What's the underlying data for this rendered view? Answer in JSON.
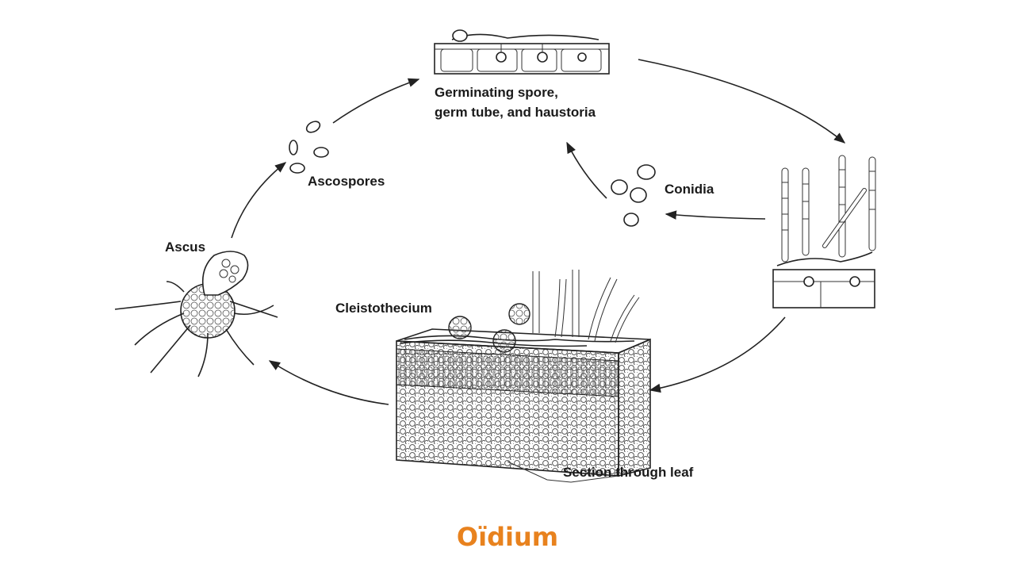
{
  "slide": {
    "title": "Oïdium",
    "title_color": "#e8821e"
  },
  "diagram": {
    "labels": {
      "germinating_line1": "Germinating spore,",
      "germinating_line2": "germ tube, and haustoria",
      "conidia": "Conidia",
      "ascospores": "Ascospores",
      "ascus": "Ascus",
      "cleistothecium": "Cleistothecium",
      "section": "Section through leaf"
    }
  }
}
